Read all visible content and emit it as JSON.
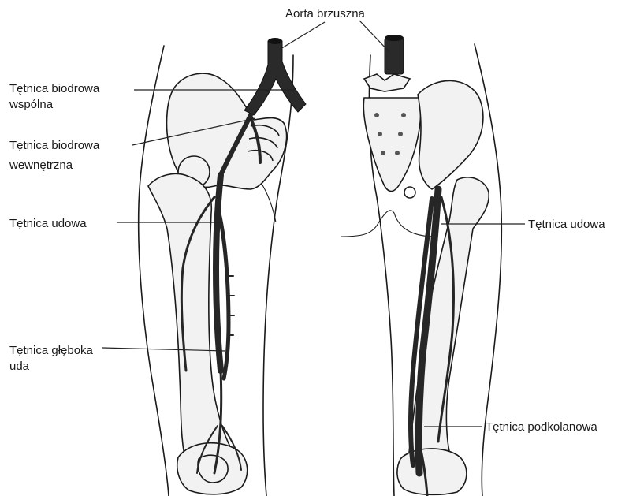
{
  "labels": {
    "aorta": "Aorta brzuszna",
    "common_iliac_1": "Tętnica biodrowa",
    "common_iliac_2": "wspólna",
    "internal_iliac_1": "Tętnica biodrowa",
    "internal_iliac_2": "wewnętrzna",
    "femoral_left": "Tętnica udowa",
    "deep_femoral_1": "Tętnica głęboka",
    "deep_femoral_2": "uda",
    "femoral_right": "Tętnica udowa",
    "popliteal": "Tętnica podkolanowa"
  }
}
